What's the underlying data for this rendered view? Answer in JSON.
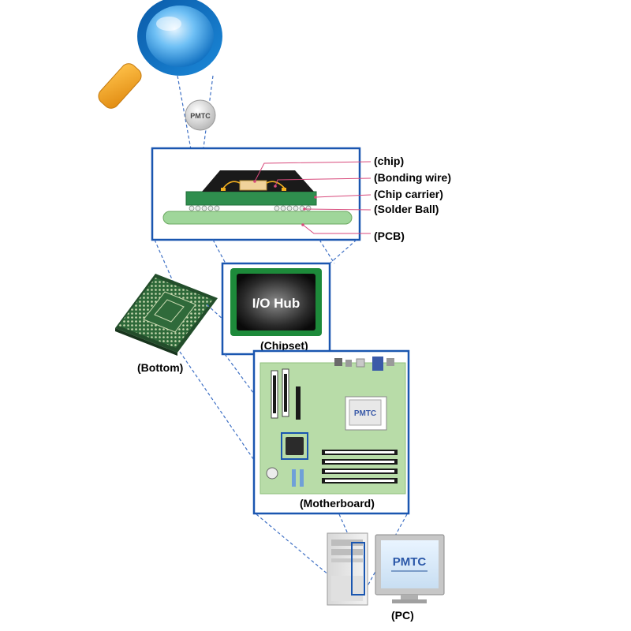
{
  "labels": {
    "chip": "(chip)",
    "bonding_wire": "(Bonding wire)",
    "chip_carrier": "(Chip carrier)",
    "solder_ball": "(Solder Ball)",
    "pcb": "(PCB)",
    "chipset_chip": "I/O Hub",
    "chipset": "(Chipset)",
    "bottom": "(Bottom)",
    "motherboard": "(Motherboard)",
    "pc": "(PC)"
  },
  "logos": {
    "magnifier_badge": "PMTC",
    "motherboard_logo": "PMTC",
    "monitor_logo": "PMTC"
  },
  "colors": {
    "frame_blue": "#1a56b0",
    "dashed_blue": "#3d6fc4",
    "pcb_green": "#9fd69a",
    "board_green": "#b8dca8",
    "pointer_pink": "#d84a7c",
    "lens_blue": "#1e8fe0",
    "handle_orange": "#f0a020"
  }
}
